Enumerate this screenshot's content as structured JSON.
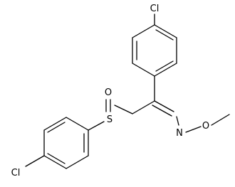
{
  "colors": {
    "bond": "#000000",
    "background": "#ffffff"
  },
  "atoms": {
    "cl_top": "Cl",
    "cl_bottom": "Cl",
    "sulfur": "S",
    "sulfoxide_oxygen": "O",
    "oxime_nitrogen": "N",
    "methoxy_oxygen": "O"
  }
}
